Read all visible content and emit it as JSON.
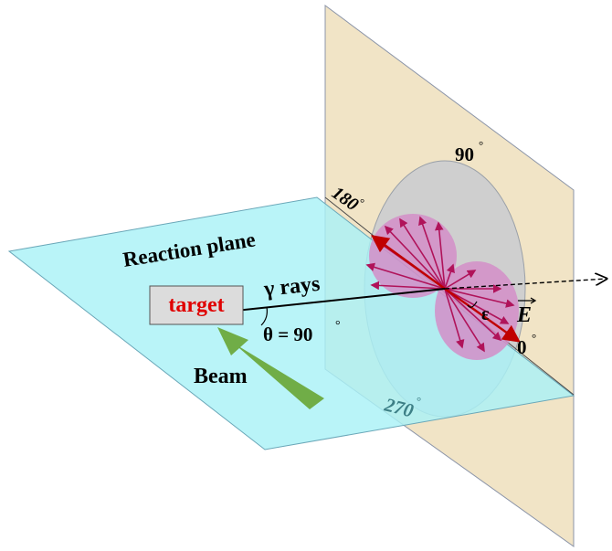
{
  "labels": {
    "reaction_plane": "Reaction plane",
    "target": "target",
    "gamma_rays": "γ rays",
    "theta": "θ = 90",
    "beam": "Beam",
    "epsilon": "ε",
    "efield": "E",
    "angle_0": "0",
    "angle_90": "90",
    "angle_180": "180",
    "angle_270": "270",
    "degree": "°"
  },
  "colors": {
    "reaction_plane": "#a9f1f7",
    "vertical_plane": "#f1e4c6",
    "circle": "#cfcfcf",
    "lobe": "#d38ec8",
    "vector": "#b0135a",
    "efield_arrow": "#c00000",
    "target_text": "#e00000",
    "beam_arrow": "#70ad47",
    "angle_270_text": "#3d7f86"
  }
}
